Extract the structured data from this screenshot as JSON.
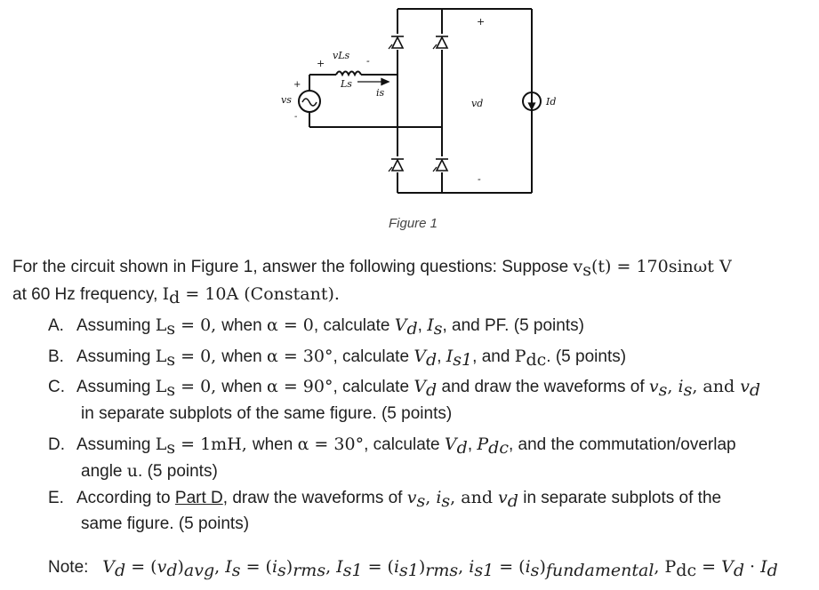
{
  "figure": {
    "caption": "Figure 1",
    "labels": {
      "vLs": "vLs",
      "plus_ls": "+",
      "minus_ls": "-",
      "Ls": "Ls",
      "is": "is",
      "vs": "vs",
      "plus_vs": "+",
      "minus_vs": "-",
      "vd": "vd",
      "vd_plus": "+",
      "vd_minus": "-",
      "Id": "Id"
    }
  },
  "intro": {
    "part1": "For the circuit shown in Figure 1, answer the following questions: Suppose ",
    "vs_eq": "v",
    "vs_sub": "s",
    "vs_rhs": "(t) = 170sinωt V",
    "line2a": "at 60 Hz frequency, ",
    "Id": "I",
    "Id_sub": "d",
    "Id_rhs": " = 10A (Constant)."
  },
  "items": [
    {
      "label": "A.",
      "cond_L": "L",
      "cond_sub": "s",
      "cond_rhs": " = 0, ",
      "when": "when ",
      "alpha": "α = 0",
      "calc": ", calculate ",
      "vars": "V",
      "vars_sub": "d",
      "rest": ", ",
      "var2": "I",
      "var2_sub": "s",
      "end": ", and PF. (5 points)"
    },
    {
      "label": "B.",
      "cond_L": "L",
      "cond_sub": "s",
      "cond_rhs": " = 0, ",
      "when": "when ",
      "alpha": "α = 30°",
      "calc": ", calculate ",
      "vars": "V",
      "vars_sub": "d",
      "rest": ", ",
      "var2": "I",
      "var2_sub": "s1",
      "end_a": ", and ",
      "var3": "P",
      "var3_sub": "dc",
      "end": ". (5 points)"
    },
    {
      "label": "C.",
      "cond_L": "L",
      "cond_sub": "s",
      "cond_rhs": " = 0, ",
      "when": "when ",
      "alpha": "α = 90°",
      "calc": ", calculate ",
      "vars": "V",
      "vars_sub": "d",
      "mid": " and draw the waveforms of ",
      "w1": "v",
      "w1_sub": "s",
      "sep": ", ",
      "w2": "i",
      "w2_sub": "s",
      "and": ", and ",
      "w3": "v",
      "w3_sub": "d",
      "line2": "in separate subplots of the same figure. (5 points)"
    },
    {
      "label": "D.",
      "cond_L": "L",
      "cond_sub": "s",
      "cond_rhs": " = 1mH, ",
      "when": "when ",
      "alpha": "α = 30°",
      "calc": ", calculate ",
      "vars": "V",
      "vars_sub": "d",
      "rest": ", ",
      "var2": "P",
      "var2_sub": "dc",
      "end": ", and the commutation/overlap",
      "line2a": "angle ",
      "u": "u",
      "line2b": ".  (5 points)"
    },
    {
      "label": "E.",
      "pre": "According to ",
      "link": "Part D",
      "mid": ", draw the waveforms of ",
      "w1": "v",
      "w1_sub": "s",
      "sep": ", ",
      "w2": "i",
      "w2_sub": "s",
      "and": ", and ",
      "w3": "v",
      "w3_sub": "d",
      "end": " in separate subplots of the",
      "line2": "same figure. (5 points)"
    }
  ],
  "note": {
    "label": "Note:",
    "Vd": "V",
    "Vd_sub": "d",
    "eq1": " = (",
    "vd": "v",
    "vd_sub": "d",
    "eq1b": ")",
    "avg": "avg",
    "Is": "I",
    "Is_sub": "s",
    "eq2": " = (",
    "is": "i",
    "is_sub": "s",
    "eq2b": ")",
    "rms": "rms",
    "Is1": "I",
    "Is1_sub": "s1",
    "eq3": " = (",
    "is1": "i",
    "is1_sub": "s1",
    "eq3b": ")",
    "rms2": "rms",
    "is1b": "i",
    "is1b_sub": "s1",
    "eq4": " = (",
    "isb": "i",
    "isb_sub": "s",
    "eq4b": ")",
    "fund": "fundamental",
    "Pdc": "P",
    "Pdc_sub": "dc",
    "eq5": " = ",
    "Vd2": "V",
    "Vd2_sub": "d",
    "dot": " · ",
    "Id2": "I",
    "Id2_sub": "d",
    "comma": ", "
  }
}
